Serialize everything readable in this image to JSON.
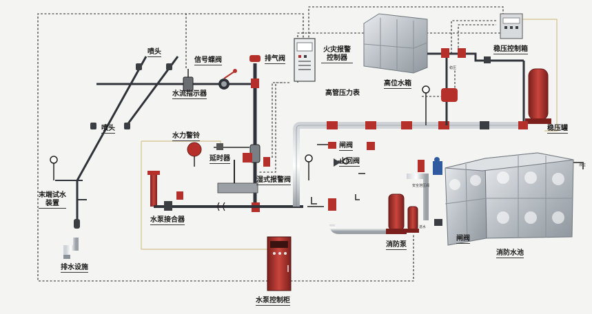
{
  "labels": {
    "sprinkler_head_1": "喷头",
    "sprinkler_head_2": "喷头",
    "signal_valve": "信号蝶阀",
    "water_flow_indicator": "水流指示器",
    "exhaust_valve": "排气阀",
    "fire_alarm_controller": "火灾报警控制器",
    "high_pipe_pressure_gauge": "高管压力表",
    "high_water_tank": "高位水箱",
    "stabilizer_control_box": "稳压控制箱",
    "stabilizer_tank": "稳压罐",
    "water_alarm_bell": "水力警铃",
    "delay_device": "延时器",
    "wet_alarm_valve": "湿式报警阀",
    "gate_valve_1": "闸阀",
    "check_valve": "止回阀",
    "end_test_device": "末端试水装置",
    "pump_adapter": "水泵接合器",
    "drainage_facility": "排水设施",
    "fire_pump": "消防泵",
    "gate_valve_2": "闸阀",
    "fire_pool": "消防水池",
    "pump_control_cabinet": "水泵控制柜"
  },
  "tiny_labels": {
    "safety_valve": "安全泄压阀",
    "tank_small": "稳压",
    "pool_small_a": "液位",
    "pool_small_b": "进水"
  },
  "colors": {
    "pipe_dark": "#2f3238",
    "pipe_light": "#c9cdd2",
    "fitting_red": "#b5302a",
    "cabinet_red": "#8e2a27",
    "control_wire": "#222222",
    "signal_wire": "#d8c89a",
    "tank_steel": "#b8bec4",
    "background": "#f4f5f3"
  },
  "icons": [
    "sprinkler-icon",
    "pressure-gauge-icon",
    "butterfly-valve-icon",
    "gate-valve-icon",
    "check-valve-icon",
    "pump-icon",
    "alarm-bell-icon"
  ]
}
